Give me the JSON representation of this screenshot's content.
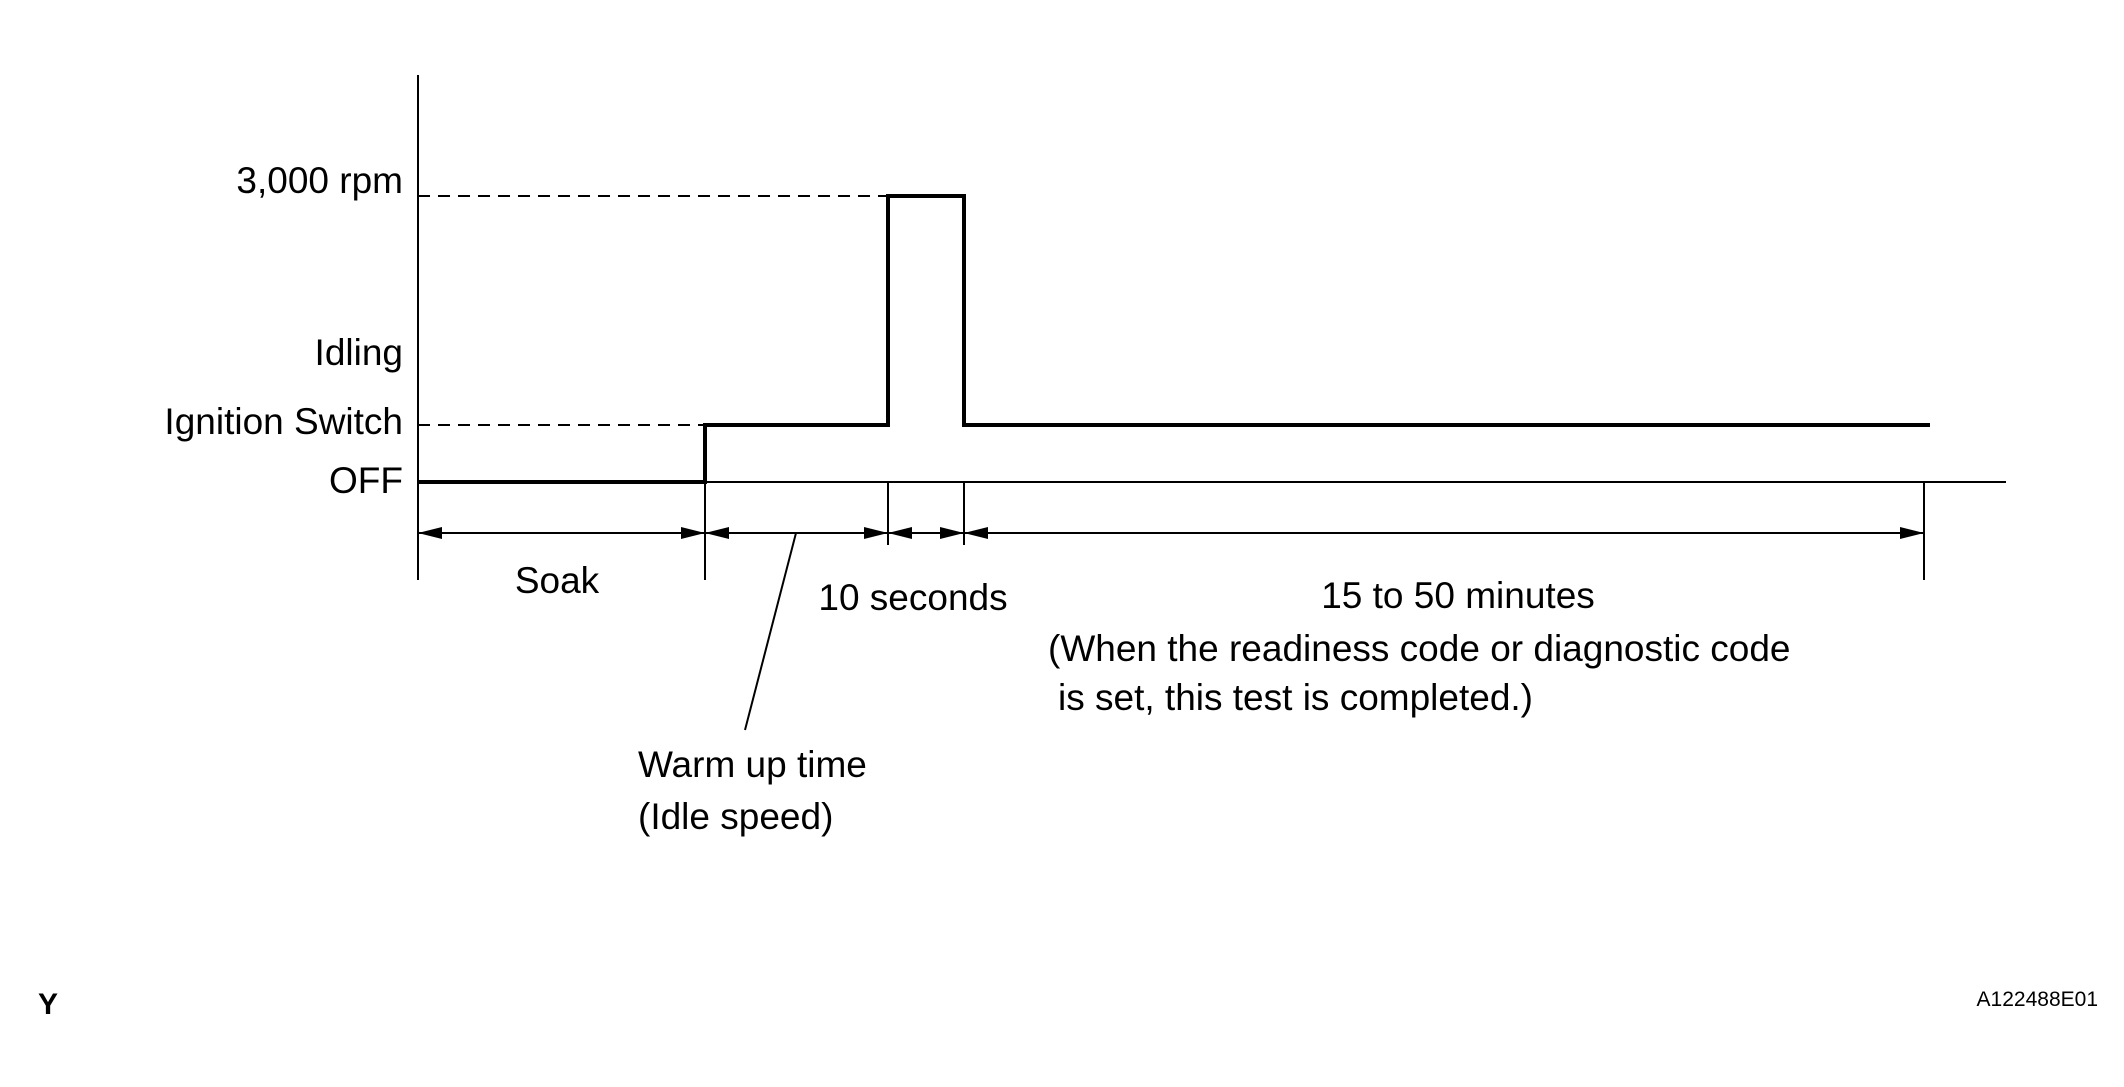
{
  "levels": {
    "rpm_3000": "3,000 rpm",
    "idling": "Idling",
    "ignition_switch": "Ignition Switch",
    "off": "OFF"
  },
  "phases": {
    "soak": "Soak",
    "ten_seconds": "10 seconds",
    "minutes": "15 to 50 minutes",
    "note_line1": "(When the readiness code or diagnostic code",
    "note_line2": "is set, this test is completed.)",
    "warm_up_line1": "Warm up time",
    "warm_up_line2": "(Idle speed)"
  },
  "footer": {
    "left_mark": "Y",
    "figure_id": "A122488E01"
  }
}
